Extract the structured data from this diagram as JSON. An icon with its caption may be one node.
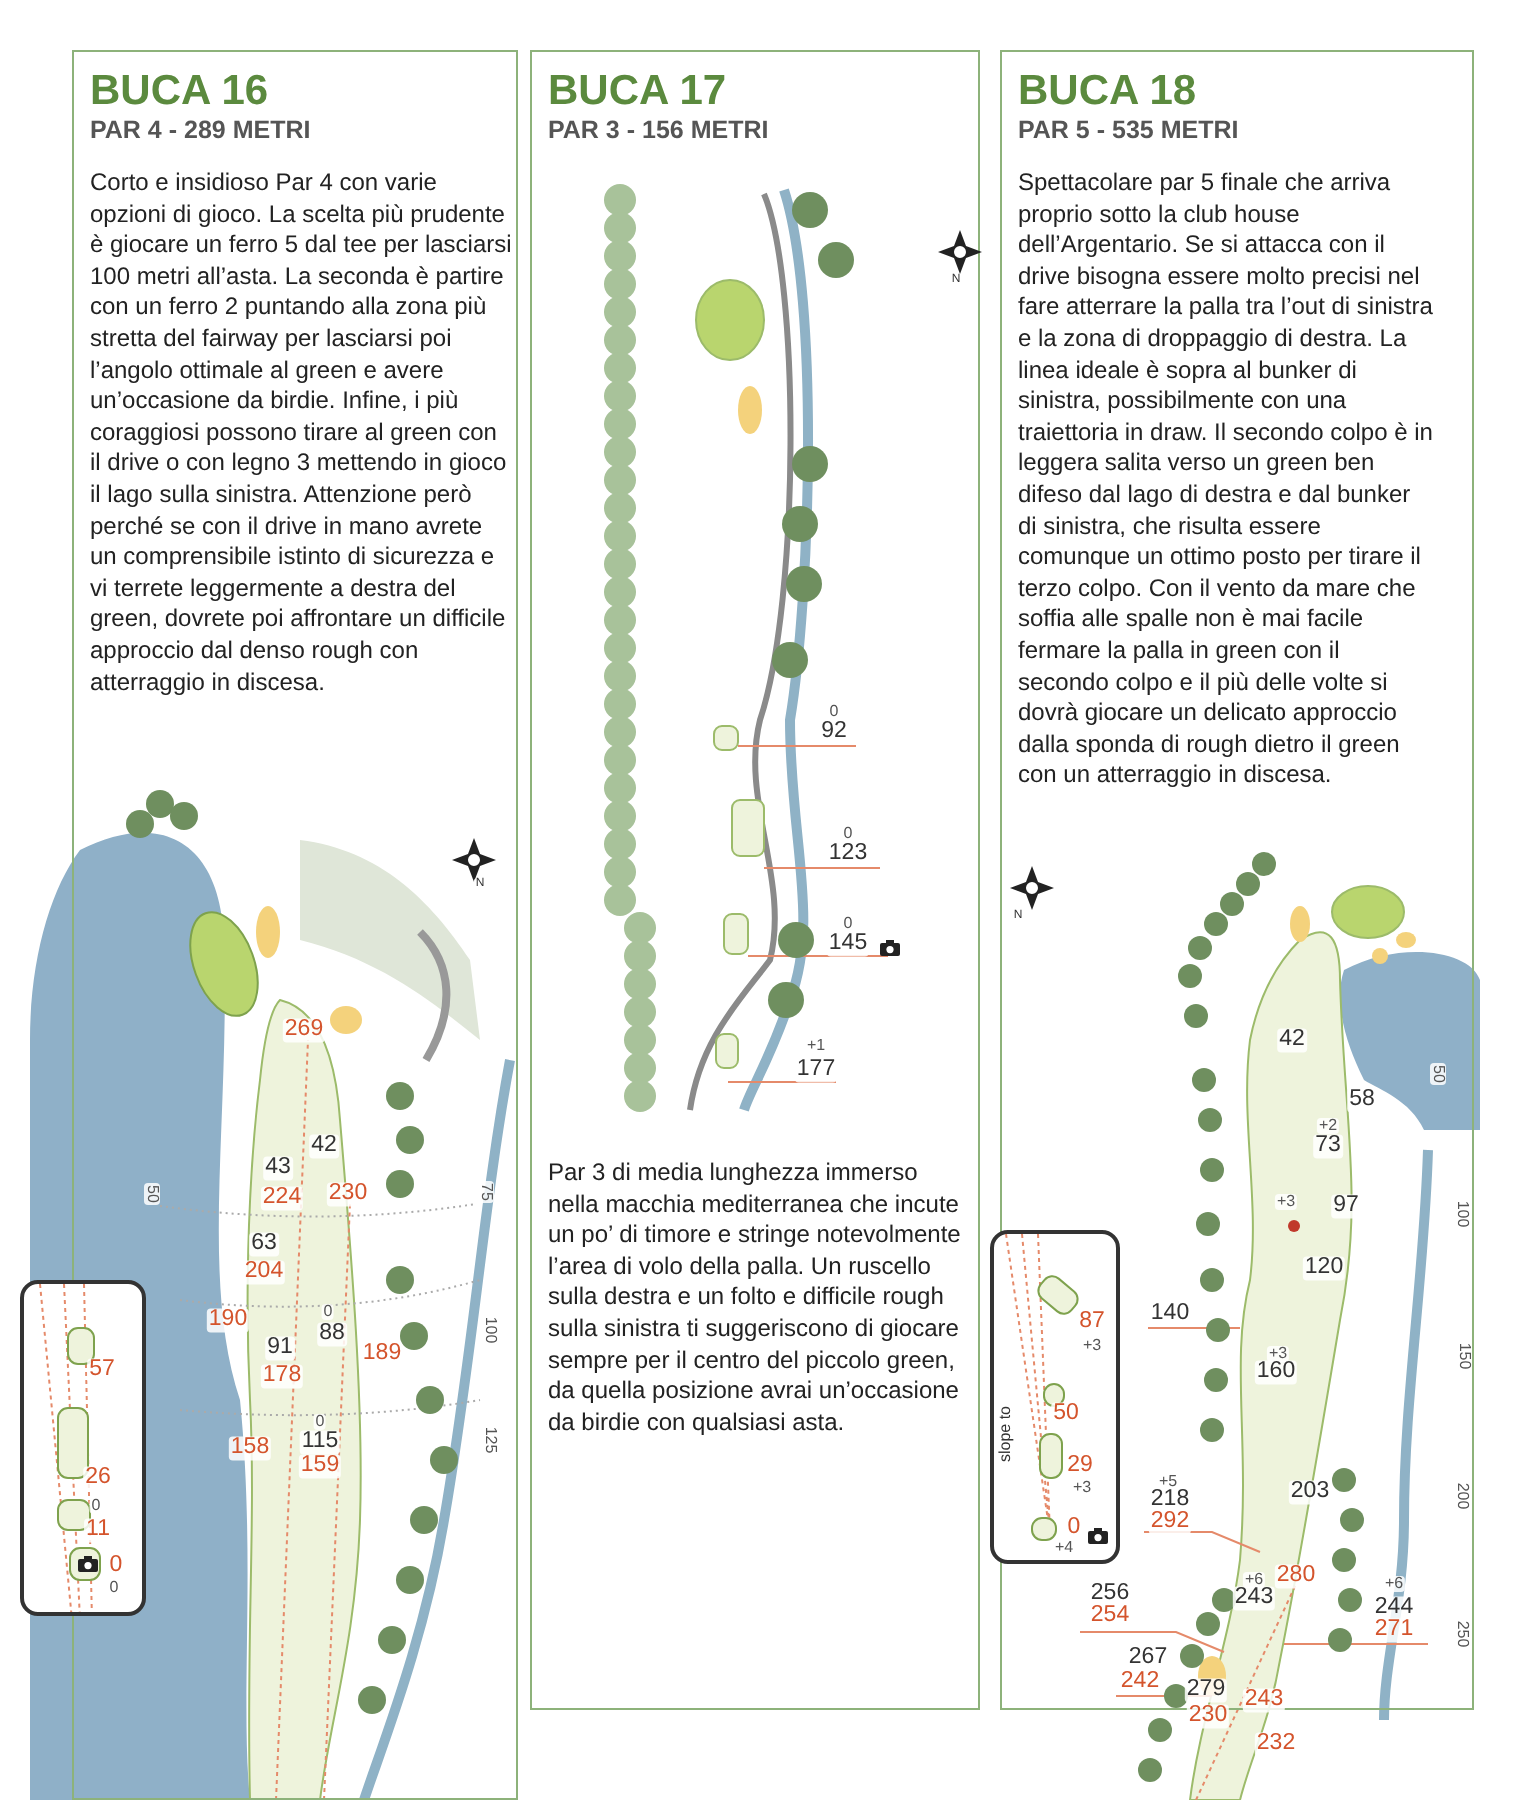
{
  "diagram": {
    "nodes": [
      {
        "text": [
          "BUCA 16",
          "PAR 4 - 289 METRI",
          "Corto e insidioso Par 4 con varie opzioni di gioco. La scelta più prudente è giocare un ferro 5 dal tee per lasciarsi 100 metri all’asta. La seconda è partire con un ferro 2 puntando alla zona più stretta del fairway per lasciarsi poi l’angolo ottimale al green e avere un’occasione da birdie. Infine, i più coraggiosi possono tirare al green con il drive o con legno 3 mettendo in gioco il lago sulla sinistra. Attenzione però perché se con il drive in mano avrete un comprensibile istinto di sicurezza e vi terrete leggermente a destra del green, dovrete poi affrontare un difficile approccio dal denso rough con atterraggio in discesa."
        ]
      },
      {
        "text": [
          "BUCA 17",
          "PAR 3 - 156 METRI",
          "Par 3 di media lunghezza immerso nella macchia mediterranea che incute un po’ di timore e stringe notevolmente l’area di volo della palla. Un ruscello sulla destra e un folto e difficile rough sulla sinistra ti suggeriscono di giocare sempre per il centro del piccolo green, da quella posizione avrai un’occasione da birdie con qualsiasi asta."
        ]
      },
      {
        "text": [
          "BUCA 18",
          "PAR 5 - 535 METRI",
          "Spettacolare par 5 finale che arriva proprio sotto la club house dell’Argentario. Se si attacca con il drive bisogna essere molto precisi nel fare atterrare la palla tra l’out di sinistra e la zona di droppaggio di destra. La linea ideale è sopra al bunker di sinistra, possibilmente con una traiettoria in draw. Il secondo colpo è in leggera salita verso un green ben difeso dal lago di destra e dal bunker di sinistra, che risulta essere comunque un ottimo posto per tirare il terzo colpo. Con il vento da mare che soffia alle spalle non è mai facile fermare la palla in green con il secondo colpo e il più delle volte si dovrà giocare un delicato approccio dalla sponda di rough dietro il green con un atterraggio in discesa."
        ]
      },
      {
        "text": [
          "57",
          "26",
          "0",
          "11",
          "0",
          "0"
        ]
      },
      {
        "text": [
          "87",
          "+3",
          "50",
          "29",
          "+3",
          "0",
          "+4",
          "slope to"
        ]
      }
    ],
    "labels": [
      "N",
      "269",
      "42",
      "43",
      "224",
      "230",
      "50",
      "75",
      "63",
      "204",
      "190",
      "0",
      "88",
      "91",
      "189",
      "178",
      "100",
      "0",
      "115",
      "158",
      "159",
      "125",
      "N",
      "0",
      "92",
      "0",
      "123",
      "0",
      "145",
      "+1",
      "177",
      "N",
      "42",
      "50",
      "58",
      "+2",
      "73",
      "+3",
      "97",
      "100",
      "120",
      "140",
      "+3",
      "160",
      "150",
      "+5",
      "218",
      "292",
      "203",
      "200",
      "+6",
      "243",
      "280",
      "+6",
      "244",
      "271",
      "256",
      "254",
      "250",
      "267",
      "242",
      "279",
      "243",
      "230",
      "232"
    ]
  }
}
